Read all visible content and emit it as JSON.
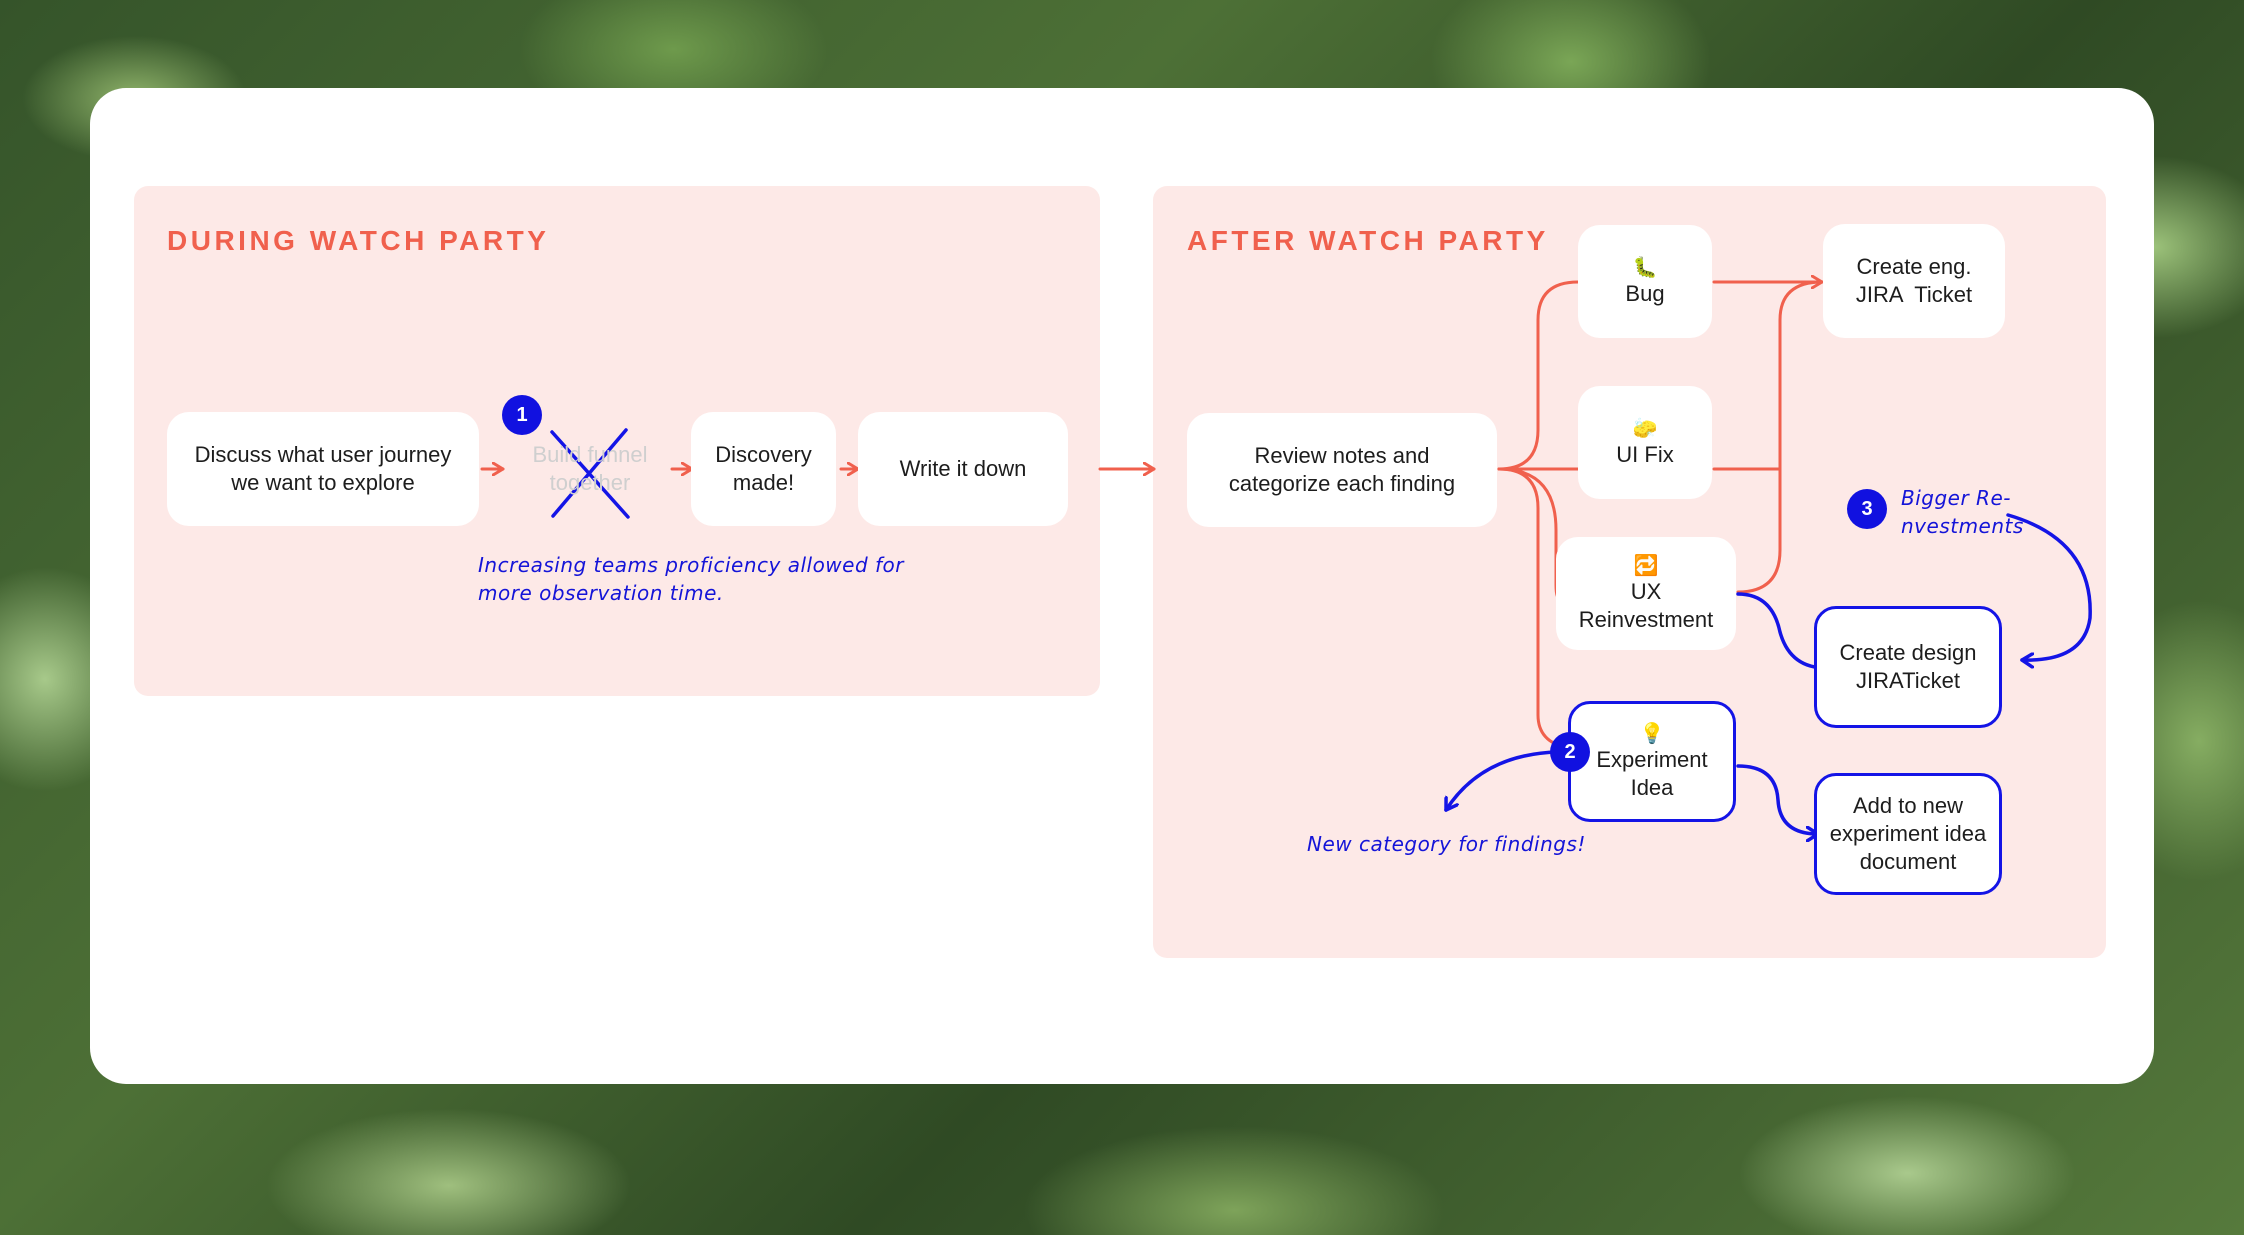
{
  "panels": {
    "during": {
      "title": "DURING WATCH PARTY"
    },
    "after": {
      "title": "AFTER WATCH PARTY"
    }
  },
  "nodes": {
    "discuss": {
      "lines": [
        "Discuss what user journey",
        "we want to explore"
      ]
    },
    "build_funnel": {
      "lines": [
        "Build funnel",
        "together"
      ]
    },
    "discovery": {
      "lines": [
        "Discovery",
        "made!"
      ]
    },
    "write": {
      "lines": [
        "Write it down"
      ]
    },
    "review": {
      "lines": [
        "Review notes and",
        "categorize each finding"
      ]
    },
    "bug": {
      "emoji": "🐛",
      "lines": [
        "Bug"
      ]
    },
    "ui_fix": {
      "emoji": "🧽",
      "lines": [
        "UI Fix"
      ]
    },
    "ux": {
      "emoji": "🔁",
      "lines": [
        "UX",
        "Reinvestment"
      ]
    },
    "experiment": {
      "emoji": "💡",
      "lines": [
        "Experiment",
        "Idea"
      ]
    },
    "eng_ticket": {
      "lines": [
        "Create eng.",
        "JIRA  Ticket"
      ]
    },
    "design_ticket": {
      "lines": [
        "Create design",
        "JIRATicket"
      ]
    },
    "add_doc": {
      "lines": [
        "Add to new",
        "experiment idea",
        "document"
      ]
    }
  },
  "badges": {
    "one": "1",
    "two": "2",
    "three": "3"
  },
  "notes": {
    "proficiency": [
      "Increasing teams proficiency allowed for",
      "more observation time."
    ],
    "new_category": [
      "New category for findings!"
    ],
    "bigger": [
      "Bigger Re-",
      "nvestments"
    ]
  },
  "colors": {
    "accent": "#f0604d",
    "annotation": "#1414e6",
    "panel": "#fde9e7"
  }
}
